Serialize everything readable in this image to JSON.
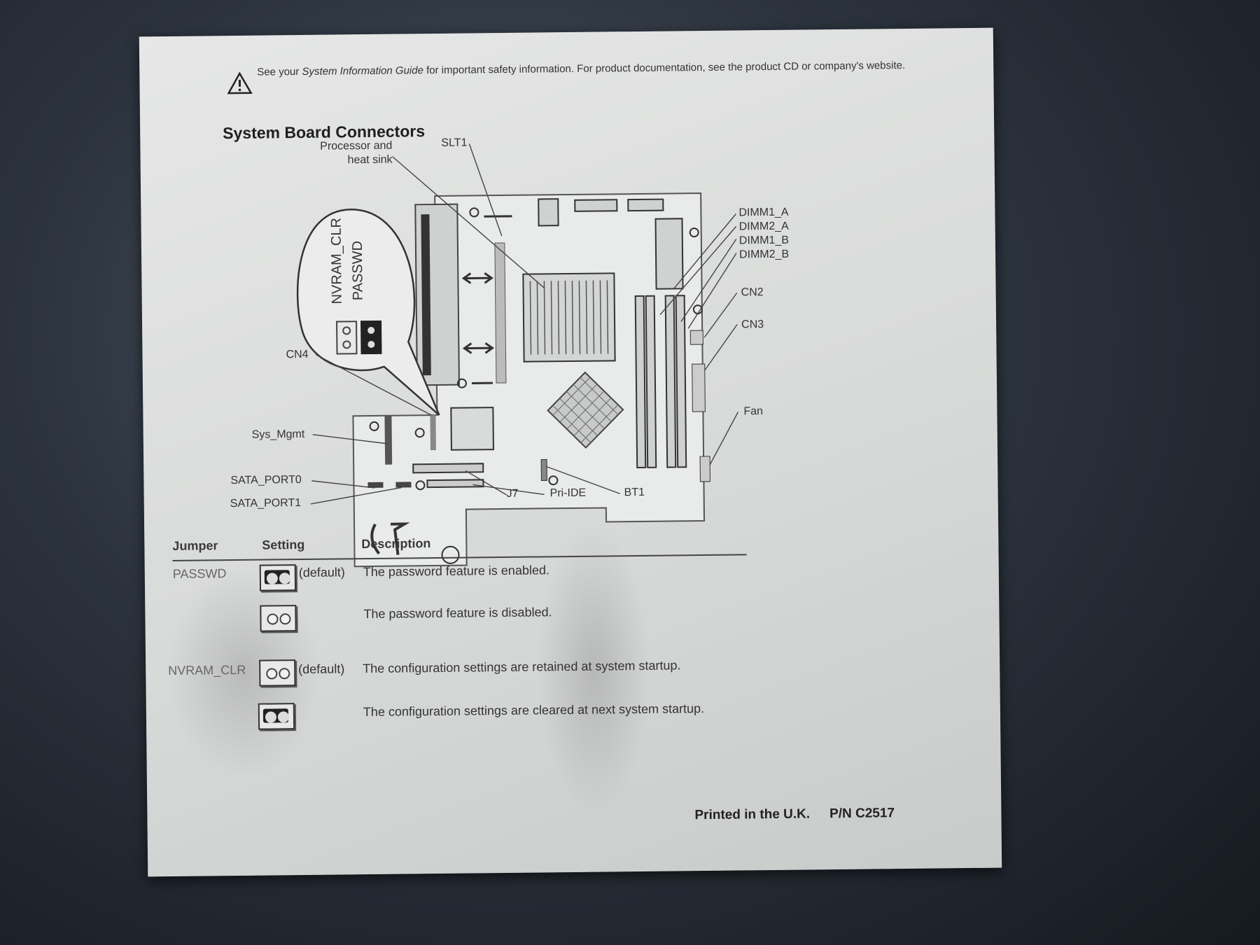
{
  "notice": {
    "prefix": "See your",
    "guide": "System Information Guide",
    "suffix": "for important safety information. For product documentation, see the product CD or company's website."
  },
  "title": "System Board Connectors",
  "labels": {
    "processor": "Processor and heat sink",
    "slt1": "SLT1",
    "callout_nvram": "NVRAM_CLR",
    "callout_passwd": "PASSWD",
    "dimm1a": "DIMM1_A",
    "dimm2a": "DIMM2_A",
    "dimm1b": "DIMM1_B",
    "dimm2b": "DIMM2_B",
    "cn2": "CN2",
    "cn3": "CN3",
    "cn4": "CN4",
    "fan": "Fan",
    "sys_mgmt": "Sys_Mgmt",
    "sata0": "SATA_PORT0",
    "sata1": "SATA_PORT1",
    "j7": "J7",
    "pri_ide": "Pri-IDE",
    "bt1": "BT1"
  },
  "table": {
    "headers": [
      "Jumper",
      "Setting",
      "Description"
    ],
    "rows": [
      {
        "jumper": "PASSWD",
        "state": "closed",
        "note": "(default)",
        "description": "The password feature is enabled."
      },
      {
        "jumper": "",
        "state": "open",
        "note": "",
        "description": "The password feature is disabled."
      },
      {
        "jumper": "NVRAM_CLR",
        "state": "open",
        "note": "(default)",
        "description": "The configuration settings are retained at system startup."
      },
      {
        "jumper": "",
        "state": "closed",
        "note": "",
        "description": "The configuration settings are cleared at next system startup."
      }
    ]
  },
  "footer": {
    "printed": "Printed in the U.K.",
    "pn": "P/N C2517"
  }
}
